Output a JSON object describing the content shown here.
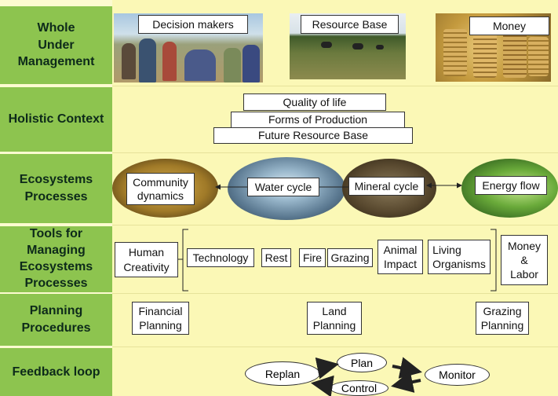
{
  "rows": [
    {
      "label_lines": [
        "Whole",
        "Under",
        "Management"
      ]
    },
    {
      "label_lines": [
        "Holistic Context"
      ]
    },
    {
      "label_lines": [
        "Ecosystems",
        "Processes"
      ]
    },
    {
      "label_lines": [
        "Tools for",
        "Managing",
        "Ecosystems",
        "Processes"
      ]
    },
    {
      "label_lines": [
        "Planning",
        "Procedures"
      ]
    },
    {
      "label_lines": [
        "Feedback loop"
      ]
    }
  ],
  "whole": {
    "decision_makers": "Decision makers",
    "resource_base": "Resource Base",
    "money": "Money"
  },
  "context": {
    "quality_of_life": "Quality of life",
    "forms_of_production": "Forms of Production",
    "future_resource_base": "Future Resource Base"
  },
  "ecosystems": {
    "community_dynamics_lines": [
      "Community",
      "dynamics"
    ],
    "water_cycle": "Water cycle",
    "mineral_cycle": "Mineral cycle",
    "energy_flow": "Energy flow"
  },
  "tools": {
    "human_creativity_lines": [
      "Human",
      "Creativity"
    ],
    "technology": "Technology",
    "rest": "Rest",
    "fire": "Fire",
    "grazing": "Grazing",
    "animal_impact_lines": [
      "Animal",
      "Impact"
    ],
    "living_organisms_lines": [
      "Living",
      "Organisms"
    ],
    "money_labor_lines": [
      "Money",
      "&",
      "Labor"
    ]
  },
  "planning": {
    "financial_lines": [
      "Financial",
      "Planning"
    ],
    "land_lines": [
      "Land",
      "Planning"
    ],
    "grazing_lines": [
      "Grazing",
      "Planning"
    ]
  },
  "feedback": {
    "replan": "Replan",
    "plan": "Plan",
    "monitor": "Monitor",
    "control": "Control"
  },
  "colors": {
    "side_green": "#8dc44f",
    "background_yellow": "#fbf8b6"
  }
}
